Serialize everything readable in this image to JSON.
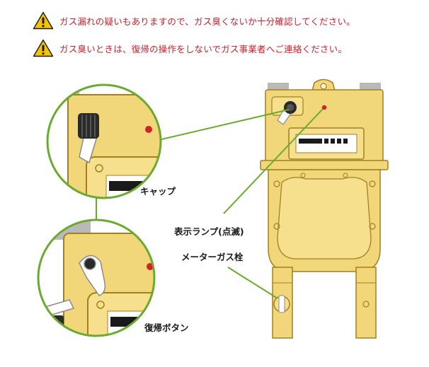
{
  "warnings": [
    {
      "icon": "warning-triangle-icon",
      "text": "ガス漏れの疑いもありますので、ガス臭くないか十分確認してください。"
    },
    {
      "icon": "warning-triangle-icon",
      "text": "ガス臭いときは、復帰の操作をしないでガス事業者へご連絡ください。"
    }
  ],
  "labels": {
    "cap": "キャップ",
    "reset_button": "復帰ボタン",
    "indicator_lamp": "表示ランプ(点滅)",
    "meter_gas_valve": "メーターガス栓"
  },
  "colors": {
    "warning_text": "#c8202c",
    "warning_icon": "#f5c400",
    "meter_body": "#f2d77a",
    "meter_outline": "#a08020",
    "callout_ring": "#6aaa2e",
    "lamp": "#d0202a"
  }
}
